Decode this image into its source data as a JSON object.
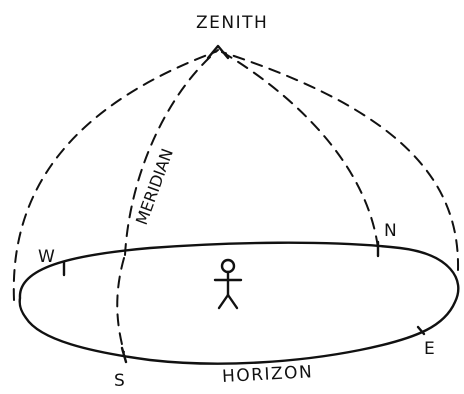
{
  "labels": {
    "zenith": "ZENITH",
    "meridian": "MERIDIAN",
    "horizon": "HORIZON",
    "north": "N",
    "south": "S",
    "east": "E",
    "west": "W"
  }
}
